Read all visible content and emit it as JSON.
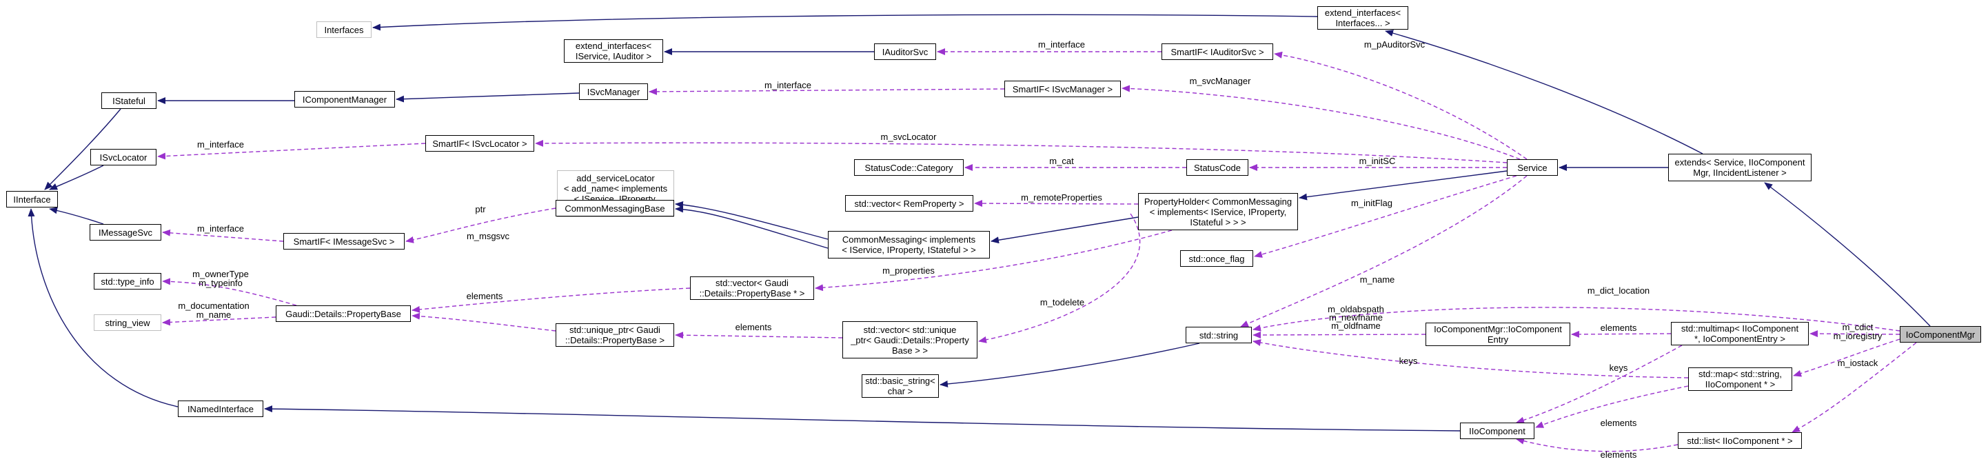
{
  "nodes": {
    "Interfaces": "Interfaces",
    "extend_interfaces_var": "extend_interfaces<\nInterfaces... >",
    "extend_interfaces_auditor": "extend_interfaces<\nIService, IAuditor >",
    "IAuditorSvc": "IAuditorSvc",
    "SmartIF_IAuditorSvc": "SmartIF< IAuditorSvc >",
    "IStateful": "IStateful",
    "IComponentManager": "IComponentManager",
    "ISvcManager": "ISvcManager",
    "SmartIF_ISvcManager": "SmartIF< ISvcManager >",
    "SmartIF_ISvcLocator": "SmartIF< ISvcLocator >",
    "ISvcLocator": "ISvcLocator",
    "IInterface": "IInterface",
    "StatusCode_Category": "StatusCode::Category",
    "StatusCode": "StatusCode",
    "Service": "Service",
    "extends_Service": "extends< Service, IIoComponent\nMgr, IIncidentListener >",
    "add_serviceLocator": "add_serviceLocator\n< add_name< implements\n< IService, IProperty,\nIStateful > > >",
    "vector_RemProperty": "std::vector< RemProperty >",
    "PropertyHolder": "PropertyHolder< CommonMessaging\n< implements< IService, IProperty,\nIStateful > > >",
    "IMessageSvc": "IMessageSvc",
    "SmartIF_IMessageSvc": "SmartIF< IMessageSvc >",
    "CommonMessagingBase": "CommonMessagingBase",
    "CommonMessaging": "CommonMessaging< implements\n< IService, IProperty, IStateful > >",
    "once_flag": "std::once_flag",
    "type_info": "std::type_info",
    "string_view": "string_view",
    "PropertyBase": "Gaudi::Details::PropertyBase",
    "vector_PropertyBase": "std::vector< Gaudi\n::Details::PropertyBase * >",
    "unique_ptr_PropertyBase": "std::unique_ptr< Gaudi\n::Details::PropertyBase >",
    "vector_unique_ptr": "std::vector< std::unique\n_ptr< Gaudi::Details::Property\nBase > >",
    "std_string": "std::string",
    "IoComponentEntry": "IoComponentMgr::IoComponent\nEntry",
    "multimap": "std::multimap< IIoComponent\n*, IoComponentEntry >",
    "IoComponentMgr": "IoComponentMgr",
    "basic_string": "std::basic_string<\nchar >",
    "map": "std::map< std::string,\nIIoComponent * >",
    "INamedInterface": "INamedInterface",
    "IIoComponent": "IIoComponent",
    "list": "std::list< IIoComponent * >"
  },
  "edge_labels": {
    "m_interface_auditor": "m_interface",
    "m_pAuditorSvc": "m_pAuditorSvc",
    "m_interface_svcmgr": "m_interface",
    "m_svcManager": "m_svcManager",
    "m_interface_locator": "m_interface",
    "m_svcLocator": "m_svcLocator",
    "m_cat": "m_cat",
    "m_initSC": "m_initSC",
    "m_remoteProperties": "m_remoteProperties",
    "m_initFlag": "m_initFlag",
    "ptr": "ptr",
    "m_interface_msg": "m_interface",
    "m_msgsvc": "m_msgsvc",
    "m_ownerType": "m_ownerType",
    "m_typeinfo": "m_typeinfo",
    "elements_pb": "elements",
    "m_properties": "m_properties",
    "m_documentation": "m_documentation",
    "m_name_pb": "m_name",
    "m_todelete": "m_todelete",
    "elements_up": "elements",
    "m_name_svc": "m_name",
    "m_dict_location": "m_dict_location",
    "m_oldabspath": "m_oldabspath",
    "m_newfname": "m_newfname",
    "m_oldfname": "m_oldfname",
    "elements_entry": "elements",
    "m_cdict": "m_cdict",
    "m_ioregistry": "m_ioregistry",
    "keys_map": "keys",
    "keys_multimap": "keys",
    "m_iostack": "m_iostack",
    "elements_map": "elements",
    "elements_list": "elements"
  },
  "colors": {
    "inheritance": "#191970",
    "usage": "#9a32cd",
    "border": "#000000",
    "external_border": "#bfbfbf",
    "focus_fill": "#bfbfbf"
  }
}
